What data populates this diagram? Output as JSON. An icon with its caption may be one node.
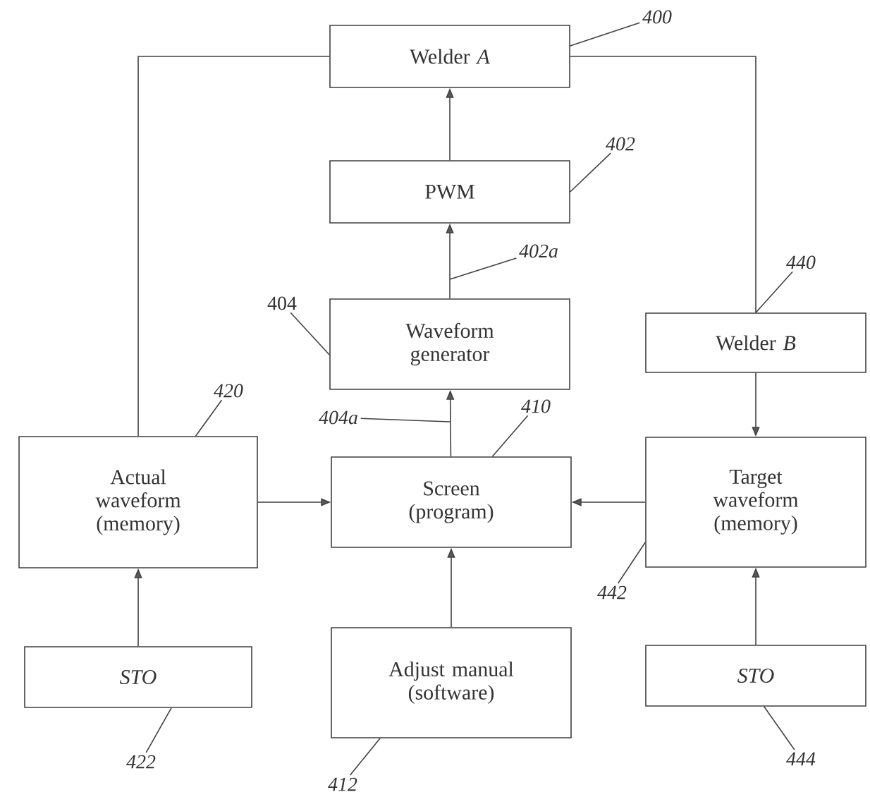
{
  "diagram": {
    "nodes": [
      {
        "text": [
          "Welder *A*"
        ]
      },
      {
        "text": [
          "PWM"
        ]
      },
      {
        "text": [
          "Waveform generator"
        ]
      },
      {
        "text": [
          "Welder *B*"
        ]
      },
      {
        "text": [
          "Actual waveform (memory)"
        ]
      },
      {
        "text": [
          "Screen (program)"
        ]
      },
      {
        "text": [
          "Target waveform (memory)"
        ]
      },
      {
        "text": [
          "STO"
        ]
      },
      {
        "text": [
          "Adjust manual (software)"
        ]
      },
      {
        "text": [
          "STO"
        ]
      },
      {
        "text": [
          "400"
        ]
      },
      {
        "text": [
          "402"
        ]
      },
      {
        "text": [
          "402a"
        ]
      },
      {
        "text": [
          "404"
        ]
      },
      {
        "text": [
          "420"
        ]
      },
      {
        "text": [
          "404a"
        ]
      },
      {
        "text": [
          "410"
        ]
      },
      {
        "text": [
          "440"
        ]
      },
      {
        "text": [
          "442"
        ]
      },
      {
        "text": [
          "422"
        ]
      },
      {
        "text": [
          "412"
        ]
      },
      {
        "text": [
          "444"
        ]
      }
    ],
    "edges": [
      {
        "from": 1,
        "to": 0,
        "arrow": "to"
      },
      {
        "from": 2,
        "to": 1,
        "arrow": "to"
      },
      {
        "from": 5,
        "to": 2,
        "arrow": "to"
      },
      {
        "from": 4,
        "to": 5,
        "arrow": "to"
      },
      {
        "from": 6,
        "to": 5,
        "arrow": "to"
      },
      {
        "from": 7,
        "to": 4,
        "arrow": "to"
      },
      {
        "from": 8,
        "to": 5,
        "arrow": "to"
      },
      {
        "from": 9,
        "to": 6,
        "arrow": "to"
      },
      {
        "from": 4,
        "to": 0,
        "arrow": "none"
      },
      {
        "from": 0,
        "to": 3,
        "arrow": "none"
      },
      {
        "from": 3,
        "to": 6,
        "arrow": "to"
      },
      {
        "from": 10,
        "to": 0,
        "arrow": "none"
      },
      {
        "from": 11,
        "to": 1,
        "arrow": "none"
      },
      {
        "from": 12,
        "to": null,
        "arrow": "none"
      },
      {
        "from": 13,
        "to": 2,
        "arrow": "none"
      },
      {
        "from": 14,
        "to": 4,
        "arrow": "none"
      },
      {
        "from": 15,
        "to": null,
        "arrow": "none"
      },
      {
        "from": 16,
        "to": 5,
        "arrow": "none"
      },
      {
        "from": 17,
        "to": 3,
        "arrow": "none"
      },
      {
        "from": 18,
        "to": 6,
        "arrow": "none"
      },
      {
        "from": 19,
        "to": 7,
        "arrow": "none"
      },
      {
        "from": 20,
        "to": 8,
        "arrow": "none"
      },
      {
        "from": 21,
        "to": 9,
        "arrow": "none"
      }
    ]
  }
}
